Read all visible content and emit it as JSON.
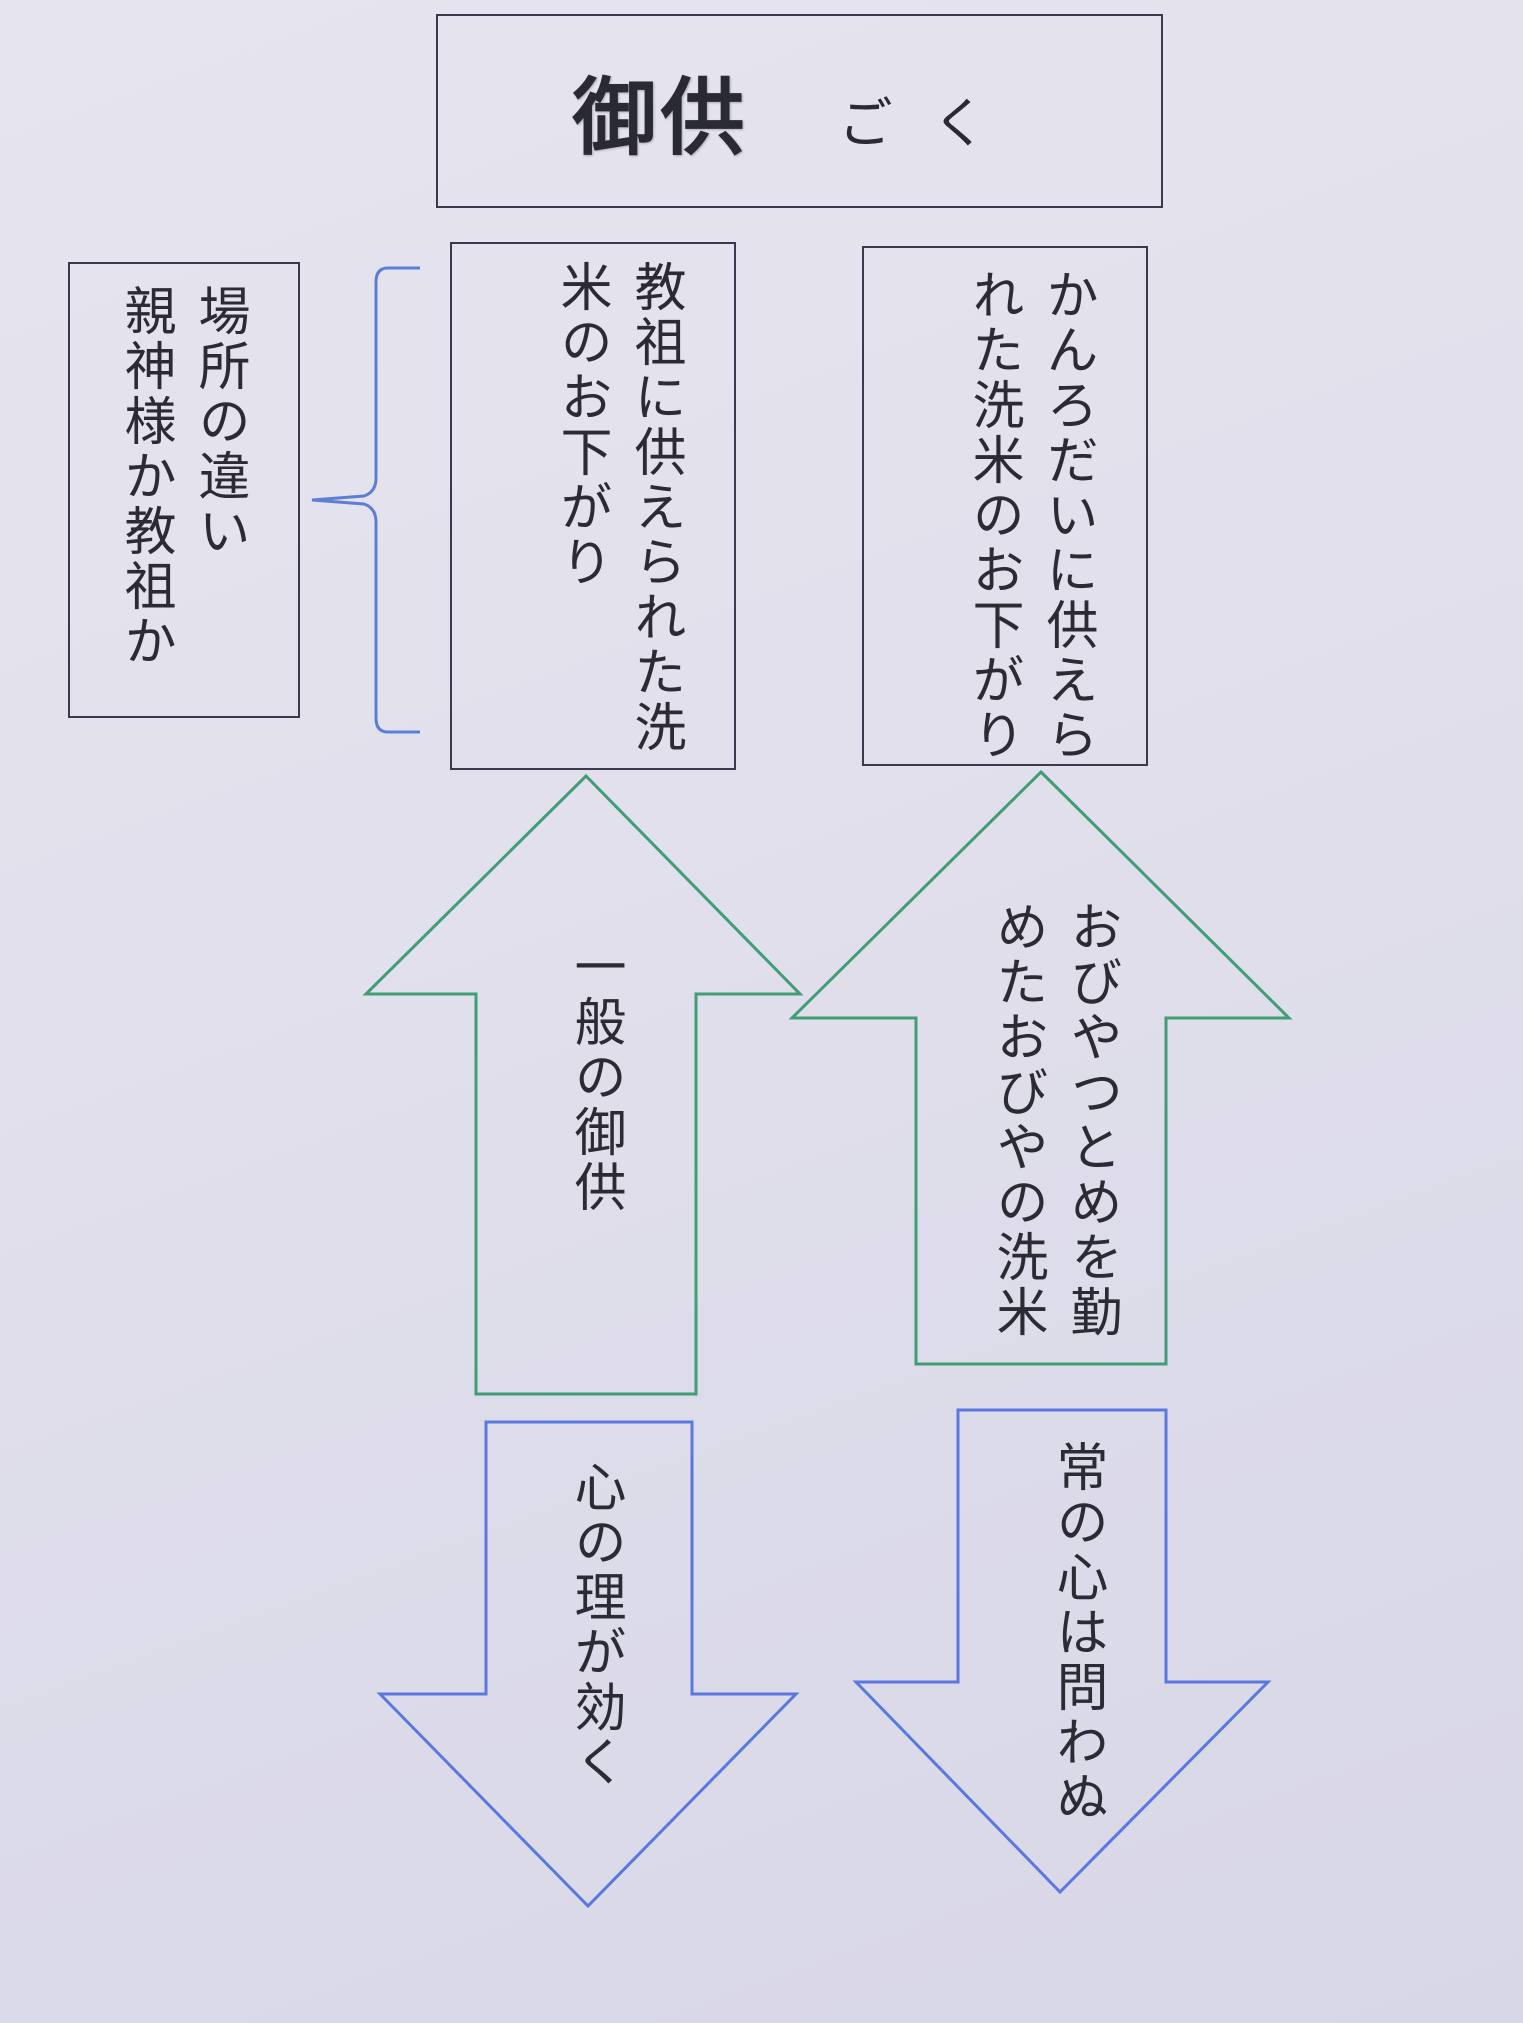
{
  "title": {
    "main": "御供",
    "reading": "ごく"
  },
  "place_box": {
    "text": "場所の違い\n親神様か教祖か"
  },
  "kyoso_box": {
    "text": "教祖に供えられた洗\n米のお下がり"
  },
  "kanrodai_box": {
    "text": "かんろだいに供えら\nれた洗米のお下がり"
  },
  "arrow_up_left": {
    "text": "一般の御供"
  },
  "arrow_up_right": {
    "text": "おびやつとめを勤\nめたおびやの洗米"
  },
  "arrow_down_left": {
    "text": "心の理が効く"
  },
  "arrow_down_right": {
    "text": "常の心は問わぬ"
  },
  "colors": {
    "box_border": "#3a3a4e",
    "bracket": "#5b7fd6",
    "up_arrow": "#3f9e74",
    "down_arrow": "#5a78e0"
  }
}
